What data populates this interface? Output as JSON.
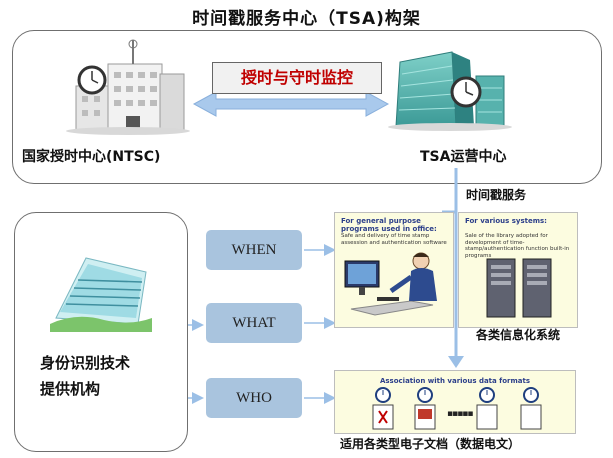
{
  "title": "时间戳服务中心（TSA)构架",
  "top_panel": {
    "monitor_label": "授时与守时监控",
    "ntsc_label": "国家授时中心(NTSC)",
    "tsa_label": "TSA运营中心"
  },
  "service_label": "时间戳服务",
  "left_panel": {
    "line1": "身份识别技术",
    "line2": "提供机构"
  },
  "wboxes": [
    "WHEN",
    "WHAT",
    "WHO"
  ],
  "office_card": {
    "heading": "For general purpose programs used in office:",
    "body": "Safe and delivery of time stamp assession and authentication software"
  },
  "systems_card": {
    "heading": "For various systems:",
    "body": "Sale of the library adopted for development of time-stamp/authentication function built-in programs"
  },
  "systems_label": "各类信息化系统",
  "formats_card": {
    "heading": "Association with various data formats",
    "ellipsis": "▪▪▪▪▪"
  },
  "doc_label": "适用各类型电子文档（数据电文）",
  "colors": {
    "accent_red": "#c00000",
    "box_blue": "#a9c4de",
    "arrow_blue": "#9bbfe6"
  }
}
